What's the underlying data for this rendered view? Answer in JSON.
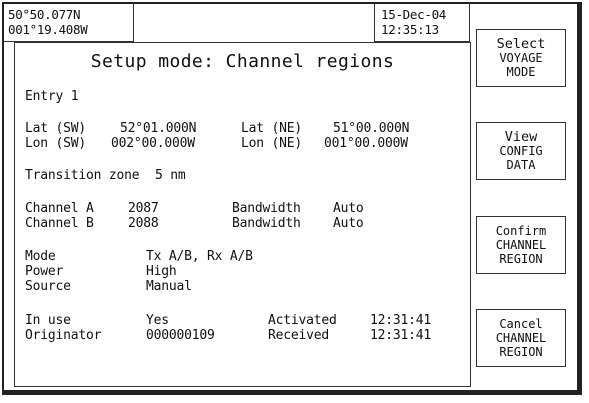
{
  "position": {
    "lat": "50°50.077N",
    "lon": "001°19.408W"
  },
  "datetime": {
    "date": "15-Dec-04",
    "time": "12:35:13"
  },
  "screen": {
    "title": "Setup mode: Channel regions",
    "entry": "Entry 1",
    "lat_sw_label": "Lat (SW)",
    "lat_sw_value": "52°01.000N",
    "lat_ne_label": "Lat (NE)",
    "lat_ne_value": "51°00.000N",
    "lon_sw_label": "Lon (SW)",
    "lon_sw_value": "002°00.000W",
    "lon_ne_label": "Lon (NE)",
    "lon_ne_value": "001°00.000W",
    "transition_label": "Transition zone",
    "transition_value": "5 nm",
    "channel_a_label": "Channel A",
    "channel_a_value": "2087",
    "bandwidth_a_label": "Bandwidth",
    "bandwidth_a_value": "Auto",
    "channel_b_label": "Channel B",
    "channel_b_value": "2088",
    "bandwidth_b_label": "Bandwidth",
    "bandwidth_b_value": "Auto",
    "mode_label": "Mode",
    "mode_value": "Tx A/B, Rx A/B",
    "power_label": "Power",
    "power_value": "High",
    "source_label": "Source",
    "source_value": "Manual",
    "in_use_label": "In use",
    "in_use_value": "Yes",
    "activated_label": "Activated",
    "activated_value": "12:31:41",
    "originator_label": "Originator",
    "originator_value": "000000109",
    "received_label": "Received",
    "received_value": "12:31:41"
  },
  "softkeys": [
    {
      "line1": "Select",
      "line2": "VOYAGE",
      "line3": "MODE"
    },
    {
      "line1": "View",
      "line2": "CONFIG",
      "line3": "DATA"
    },
    {
      "line1": "Confirm",
      "line2": "CHANNEL",
      "line3": "REGION"
    },
    {
      "line1": "Cancel",
      "line2": "CHANNEL",
      "line3": "REGION"
    }
  ]
}
